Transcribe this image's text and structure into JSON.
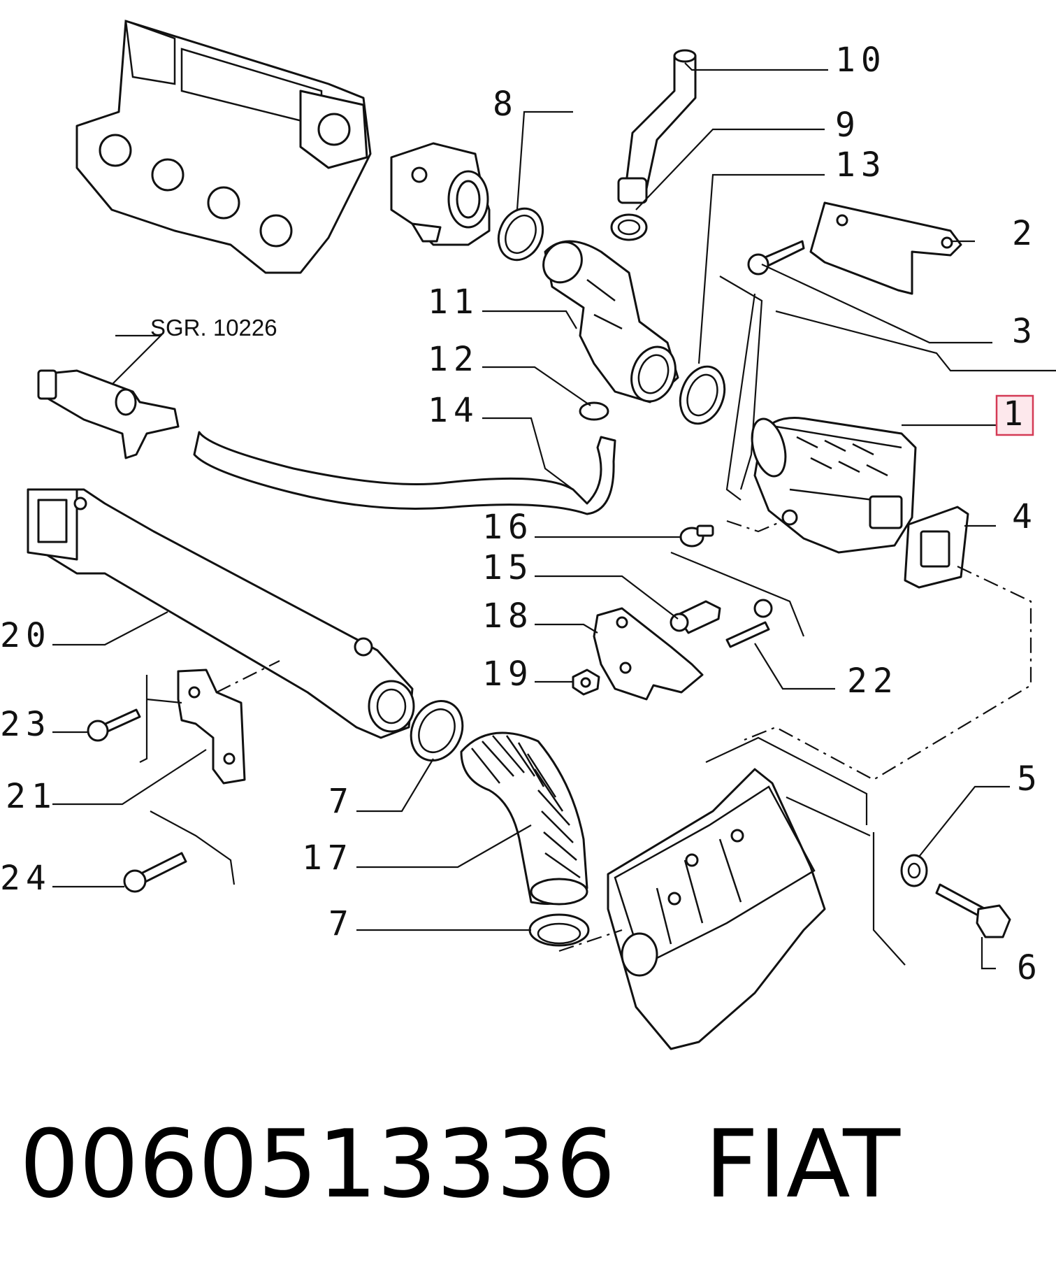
{
  "diagram": {
    "reference_label": "SGR. 10226",
    "highlighted_callout": "1",
    "callouts": {
      "c1": "1",
      "c2": "2",
      "c3": "3",
      "c4": "4",
      "c5": "5",
      "c6": "6",
      "c7a": "7",
      "c7b": "7",
      "c8": "8",
      "c9": "9",
      "c10": "10",
      "c11": "11",
      "c12": "12",
      "c13": "13",
      "c14": "14",
      "c15": "15",
      "c16": "16",
      "c17": "17",
      "c18": "18",
      "c19": "19",
      "c20": "20",
      "c21": "21",
      "c22": "22",
      "c23": "23",
      "c24": "24"
    }
  },
  "footer": {
    "part_number": "0060513336",
    "brand": "FIAT"
  }
}
